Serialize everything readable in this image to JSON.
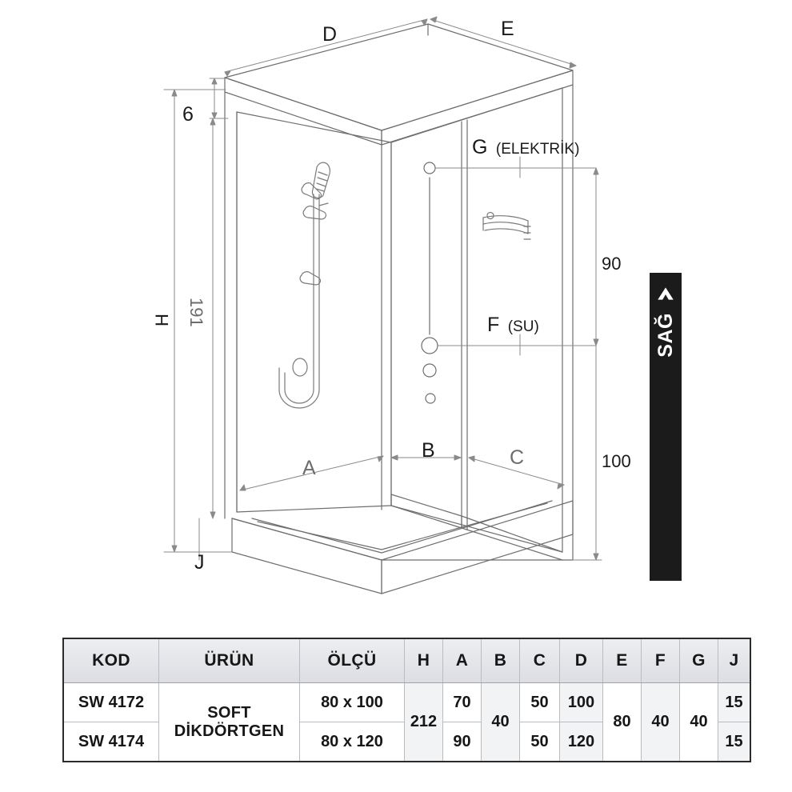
{
  "drawing": {
    "title_alt": "Soft Dikdörtgen duş kabini teknik çizimi",
    "labels": {
      "top_left": "D",
      "top_right": "E",
      "thickness": "6",
      "height_letter": "H",
      "height_value": "191",
      "front_left": "A",
      "front_center": "B",
      "front_right": "C",
      "base_letter": "J",
      "electric": "G",
      "electric_note": "(ELEKTRİK)",
      "water": "F",
      "water_note": "(SU)",
      "right_upper": "90",
      "right_lower": "100"
    }
  },
  "banner": {
    "label": "SAĞ",
    "icon": "chevron-right-icon",
    "background_color": "#1b1b1b",
    "text_color": "#ffffff"
  },
  "table": {
    "headers": [
      "KOD",
      "ÜRÜN",
      "ÖLÇÜ",
      "H",
      "A",
      "B",
      "C",
      "D",
      "E",
      "F",
      "G",
      "J"
    ],
    "rows": [
      {
        "kod": "SW 4172",
        "urun": "SOFT DİKDÖRTGEN",
        "olcu": "80 x 100",
        "h": "212",
        "a": "70",
        "b": "40",
        "c": "50",
        "d": "100",
        "e": "80",
        "f": "40",
        "g": "40",
        "j": "15"
      },
      {
        "kod": "SW 4174",
        "urun": "SOFT DİKDÖRTGEN",
        "olcu": "80 x 120",
        "h": "212",
        "a": "90",
        "b": "40",
        "c": "50",
        "d": "120",
        "e": "80",
        "f": "40",
        "g": "40",
        "j": "15"
      }
    ]
  }
}
